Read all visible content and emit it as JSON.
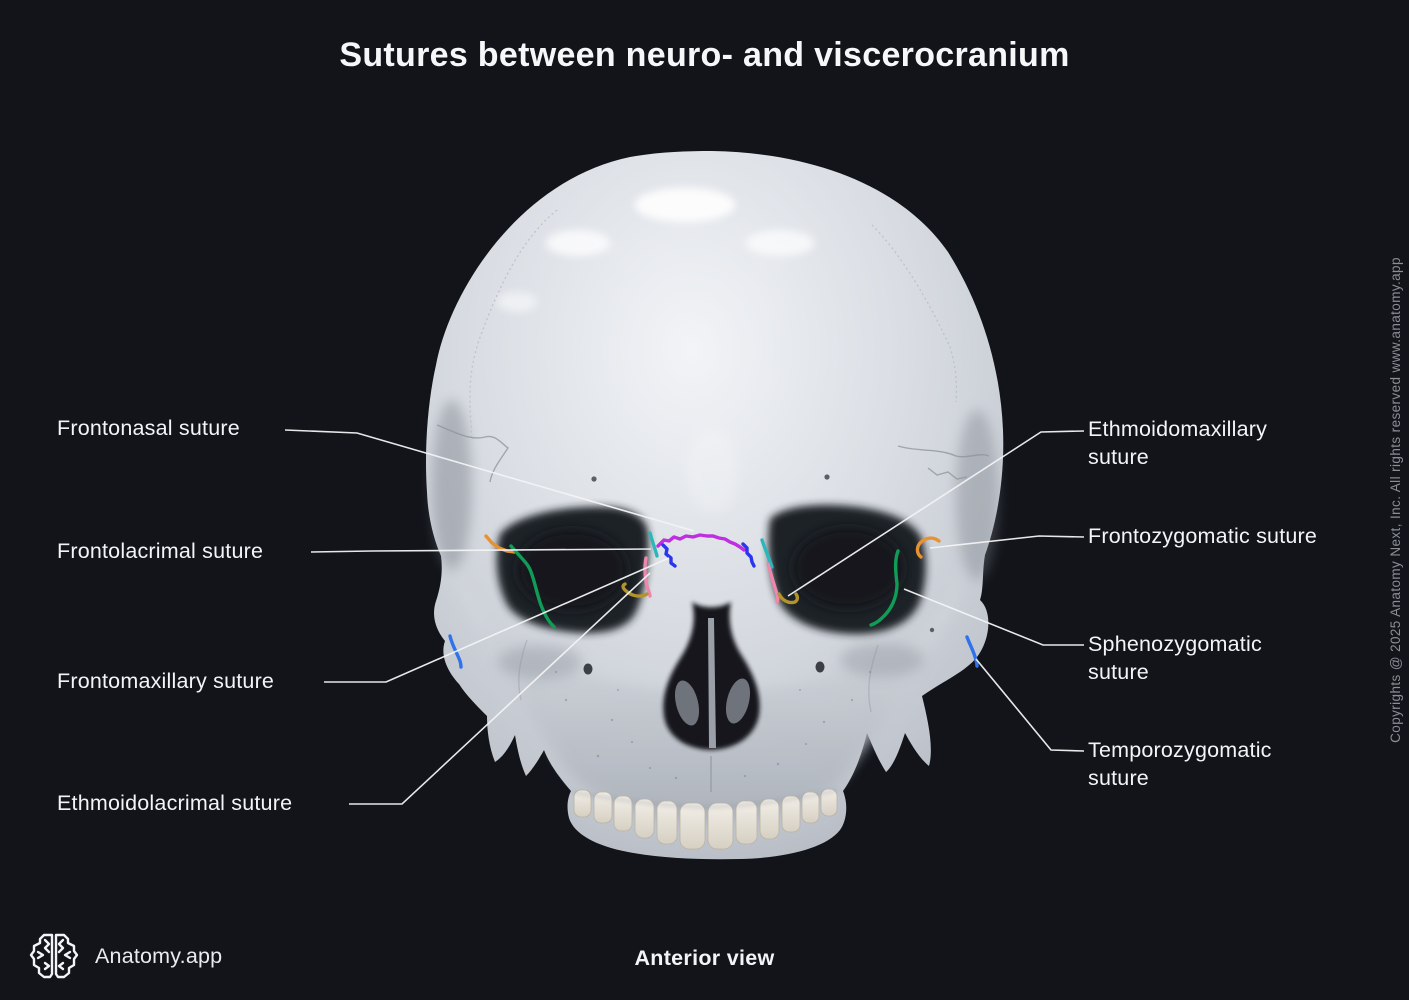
{
  "title": "Sutures between neuro- and viscerocranium",
  "view_caption": "Anterior view",
  "brand": {
    "name": "Anatomy.app",
    "logo_icon": "brain-icon"
  },
  "copyright_notice": "Copyrights @ 2025 Anatomy Next, Inc. All rights reserved www.anatomy.app",
  "colors": {
    "background": "#12141a",
    "label_text": "#f2f4f6",
    "leader_line": "#f3f4f6",
    "muted_text": "#8a8e95"
  },
  "figure_subject": "Human skull, anterior view, without mandible",
  "labels": {
    "left": [
      {
        "id": "frontonasal",
        "text": "Frontonasal suture",
        "suture_color": "#bf2ee0"
      },
      {
        "id": "frontolacrimal",
        "text": "Frontolacrimal suture",
        "suture_color": "#2ab7ba"
      },
      {
        "id": "frontomaxillary",
        "text": "Frontomaxillary suture",
        "suture_color": "#2a35ef"
      },
      {
        "id": "ethmoidolacrimal",
        "text": "Ethmoidolacrimal suture",
        "suture_color": "#ef87ad"
      }
    ],
    "right": [
      {
        "id": "ethmoidomaxillary",
        "text": "Ethmoidomaxillary suture",
        "suture_color": "#b3932c"
      },
      {
        "id": "frontozygomatic",
        "text": "Frontozygomatic suture",
        "suture_color": "#e89130"
      },
      {
        "id": "sphenozygomatic",
        "text": "Sphenozygomatic suture",
        "suture_color": "#109c57"
      },
      {
        "id": "temporozygomatic",
        "text": "Temporozygomatic suture",
        "suture_color": "#2f72ea"
      }
    ]
  }
}
